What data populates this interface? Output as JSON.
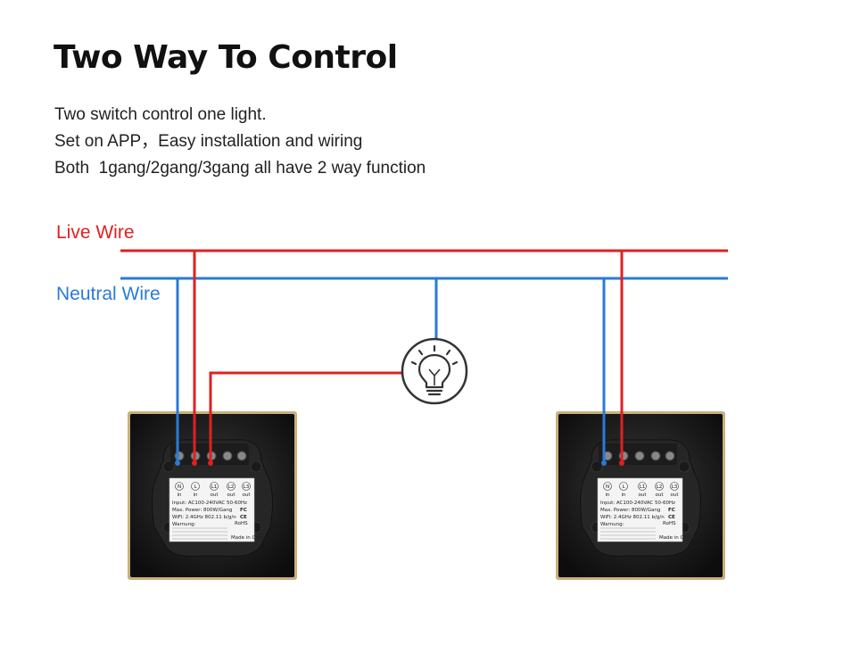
{
  "title": "Two Way To Control",
  "description": [
    "Two switch control one light.",
    "Set on APP，Easy installation and wiring",
    "Both  1gang/2gang/3gang all have 2 way function"
  ],
  "wires": {
    "live_label": "Live Wire",
    "neutral_label": "Neutral Wire",
    "live_color": "#e02020",
    "neutral_color": "#2a7ad8"
  },
  "light_icon": "light-bulb-icon",
  "switch_label": {
    "terminals": [
      "N",
      "L",
      "L1",
      "L2",
      "L3"
    ],
    "terminal_subs": [
      "in",
      "in",
      "out",
      "out",
      "out"
    ],
    "input": "Input: AC100-240VAC 50-60Hz",
    "power": "Max. Power: 800W/Gang",
    "wifi": "WiFi: 2.4GHz 802.11 b/g/n",
    "warning": "Warnung:",
    "rohs": "RoHS",
    "fc": "FC",
    "ce": "CE",
    "made_in": "Made in China"
  }
}
